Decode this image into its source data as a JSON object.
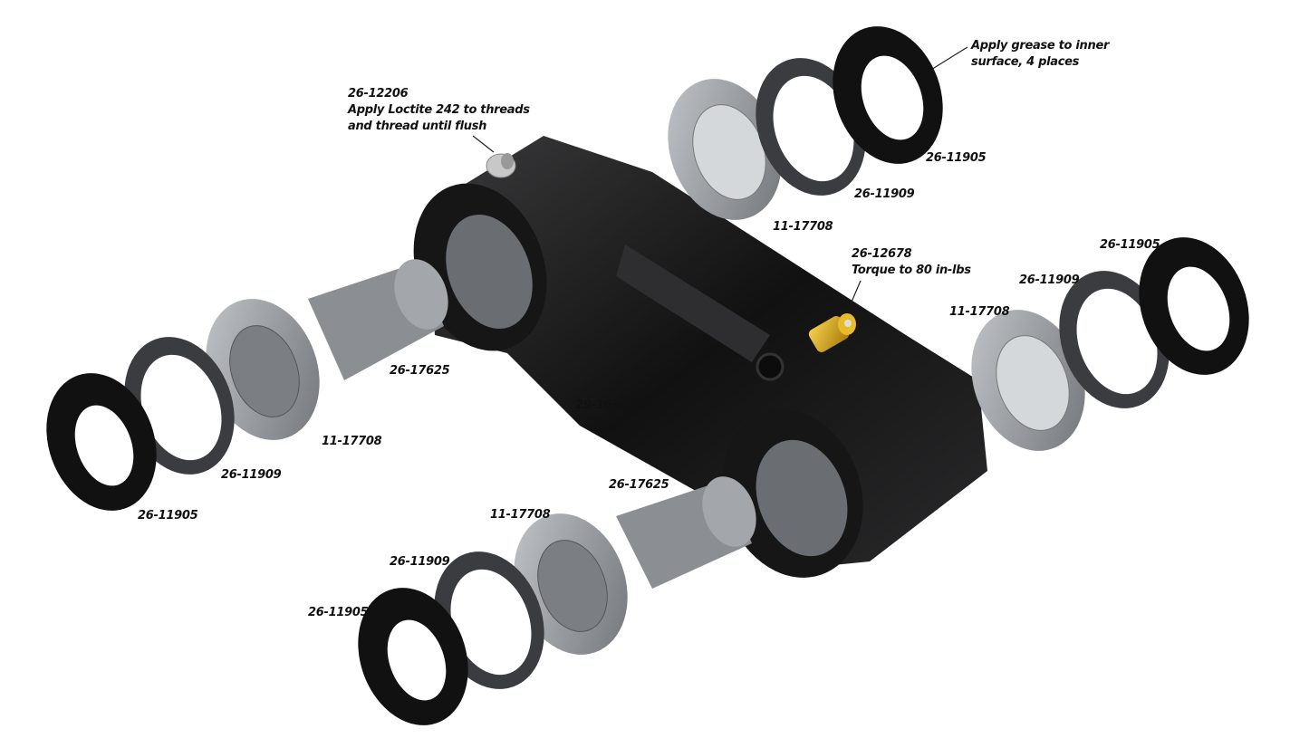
{
  "callouts": {
    "set_screw": {
      "part": "26-12206",
      "line1": "Apply Loctite 242 to threads",
      "line2": "and thread until flush"
    },
    "grease": {
      "line1": "Apply grease to inner",
      "line2": "surface, 4 places"
    },
    "grease_fitting": {
      "part": "26-12678",
      "note": "Torque to 80 in-lbs"
    }
  },
  "parts": {
    "tr_ring": "26-11905",
    "tr_seal": "26-11909",
    "tr_bearing": "11-17708",
    "r_ring": "26-11905",
    "r_seal": "26-11909",
    "r_bearing": "11-17708",
    "l_sleeve": "26-17625",
    "arm": "29-16907",
    "l_bearing": "11-17708",
    "l_seal": "26-11909",
    "l_ring": "26-11905",
    "b_sleeve": "26-17625",
    "b_bearing": "11-17708",
    "b_seal": "26-11909",
    "b_ring": "26-11905"
  },
  "colors": {
    "body": "#1c1c1e",
    "bearing": "#9a9ea4",
    "seal": "#3a3c40",
    "fitting": "#d4a017"
  }
}
